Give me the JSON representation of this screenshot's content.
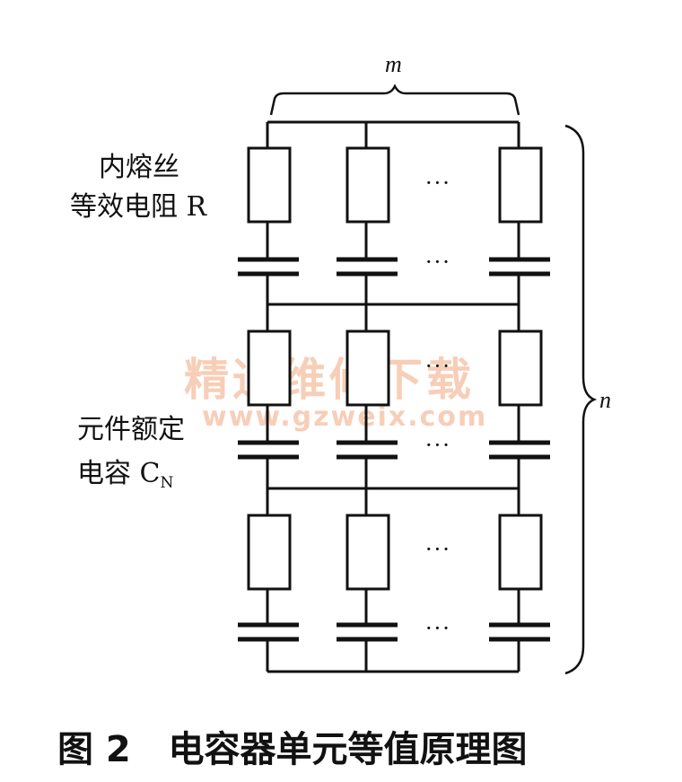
{
  "diagram": {
    "rows": 3,
    "columns_drawn": 3,
    "labels": {
      "m": "m",
      "n": "n",
      "fuse_line1": "内熔丝",
      "fuse_line2": "等效电阻 R",
      "cap_line1": "元件额定",
      "cap_line2_main": "电容 C",
      "cap_line2_sub": "N",
      "ellipsis": "···"
    },
    "watermark": {
      "line1": "精通维修下载",
      "line2": "www.gzweix.com"
    },
    "caption": "图 2   电容器单元等值原理图"
  }
}
